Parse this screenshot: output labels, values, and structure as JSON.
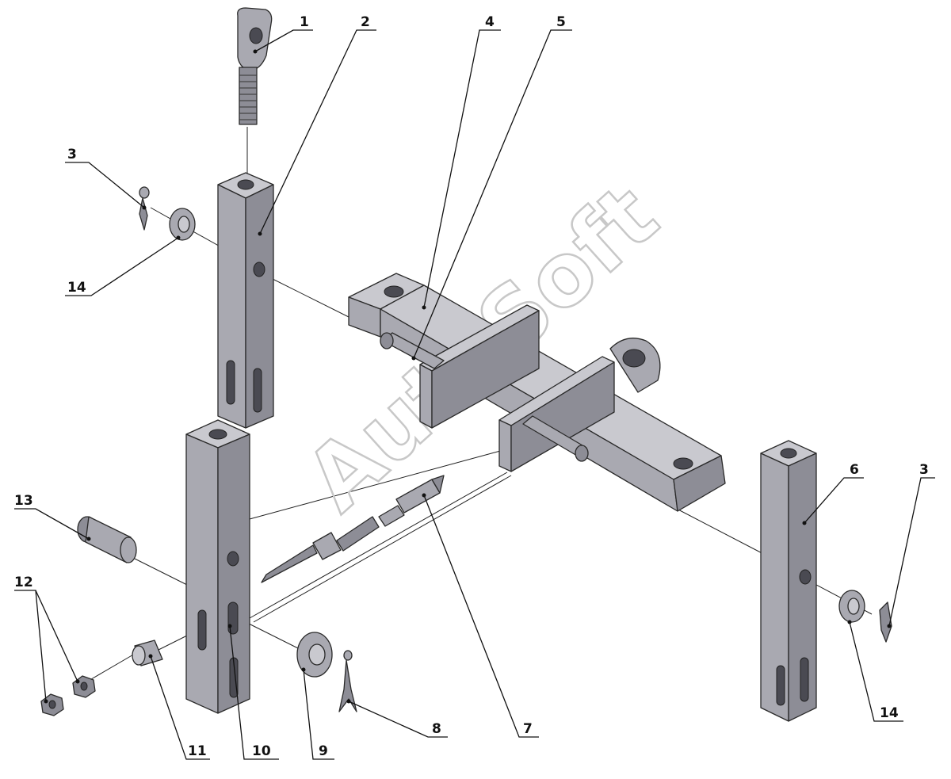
{
  "labels": [
    {
      "key": "1",
      "text": "1"
    },
    {
      "key": "2",
      "text": "2"
    },
    {
      "key": "3a",
      "text": "3"
    },
    {
      "key": "3b",
      "text": "3"
    },
    {
      "key": "4",
      "text": "4"
    },
    {
      "key": "5",
      "text": "5"
    },
    {
      "key": "6",
      "text": "6"
    },
    {
      "key": "7",
      "text": "7"
    },
    {
      "key": "8",
      "text": "8"
    },
    {
      "key": "9",
      "text": "9"
    },
    {
      "key": "10",
      "text": "10"
    },
    {
      "key": "11",
      "text": "11"
    },
    {
      "key": "12",
      "text": "12"
    },
    {
      "key": "13",
      "text": "13"
    },
    {
      "key": "14a",
      "text": "14"
    },
    {
      "key": "14b",
      "text": "14"
    }
  ],
  "watermark": "AutoSoft"
}
